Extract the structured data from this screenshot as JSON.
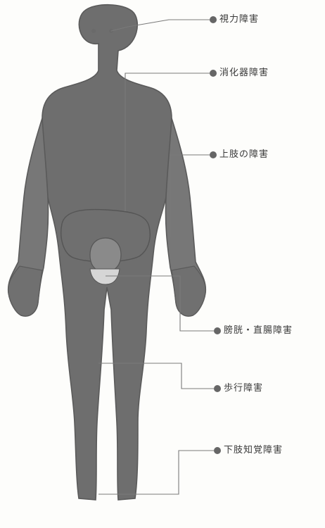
{
  "colors": {
    "outline": "#5a5a5a",
    "fill_dark": "#6f6f6f",
    "fill_light": "#ffffff",
    "dot": "#666666",
    "leader": "#7a7a7a"
  },
  "callouts": [
    {
      "id": "vision",
      "label": "視力障害"
    },
    {
      "id": "digestive",
      "label": "消化器障害"
    },
    {
      "id": "upper_limb",
      "label": "上肢の障害"
    },
    {
      "id": "bladder_rectum",
      "label": "膀胱・直腸障害"
    },
    {
      "id": "gait",
      "label": "歩行障害"
    },
    {
      "id": "lower_limb_sensory",
      "label": "下肢知覚障害"
    }
  ]
}
